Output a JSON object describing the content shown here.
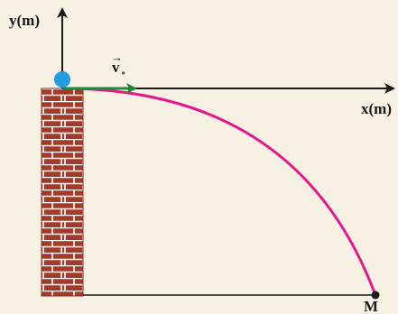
{
  "axes": {
    "y_label": "y(m)",
    "x_label": "x(m)"
  },
  "velocity": {
    "symbol": "v",
    "subscript": "∘",
    "arrow": "→"
  },
  "point_label": "M",
  "colors": {
    "background": "#f7f1e3",
    "axis": "#1a1a1a",
    "trajectory": "#e6198a",
    "velocity_arrow": "#1e8a3c",
    "ball": "#1f9de0",
    "brick": "#a33a2a",
    "mortar": "#ffffff"
  },
  "icons": {
    "ball": "ball-icon",
    "wall": "brick-wall-icon",
    "end_point": "point-m-icon"
  }
}
